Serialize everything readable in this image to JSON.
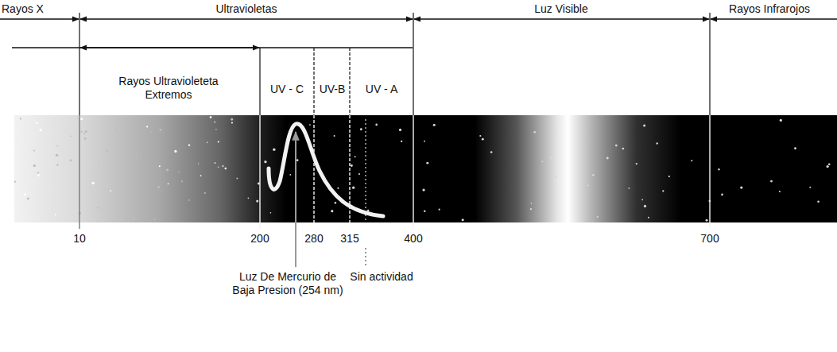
{
  "diagram": {
    "labels": [
      "Rayos X",
      "Ultravioletas",
      "Luz Visible",
      "Rayos Infrarojos",
      "Rayos Ultravioleteta Extremos",
      "UV - C",
      "UV-B",
      "UV - A",
      "10",
      "200",
      "280",
      "315",
      "400",
      "700",
      "Luz De Mercurio de Baja Presion (254 nm)",
      "Sin actividad"
    ]
  }
}
